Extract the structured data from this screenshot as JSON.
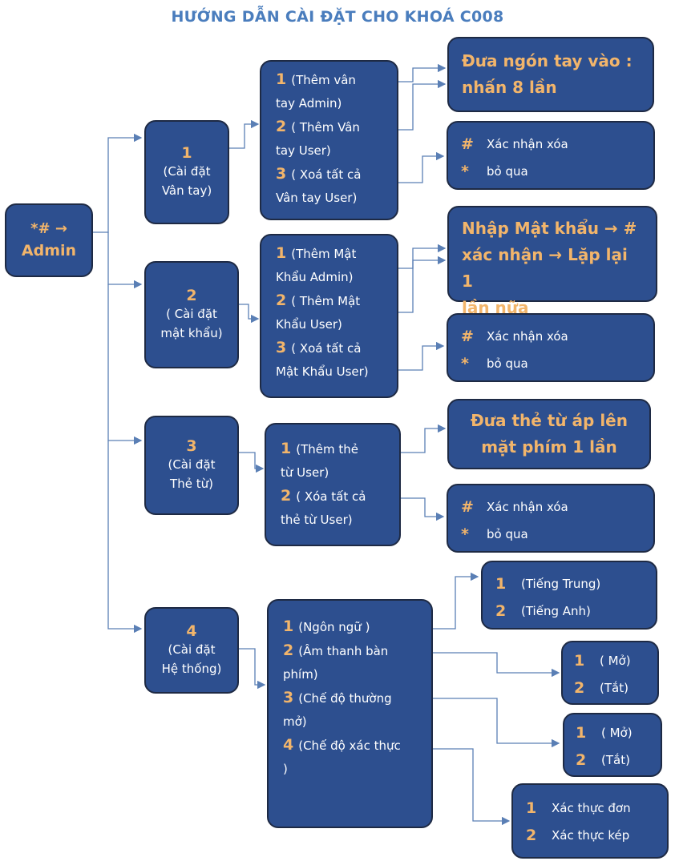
{
  "title": "HƯỚNG DẪN CÀI ĐẶT CHO KHOÁ C008",
  "root": {
    "symbol": "*# →",
    "label": "Admin"
  },
  "categories": [
    {
      "num": "1",
      "label_line1": "(Cài đặt",
      "label_line2": "Vân tay)"
    },
    {
      "num": "2",
      "label_line1": "( Cài đặt",
      "label_line2": "mật khẩu)"
    },
    {
      "num": "3",
      "label_line1": "(Cài đặt",
      "label_line2": "Thẻ từ)"
    },
    {
      "num": "4",
      "label_line1": "(Cài đặt",
      "label_line2": "Hệ thống)"
    }
  ],
  "fingerprint_menu": [
    {
      "num": "1",
      "l1": "(Thêm vân",
      "l2": "tay Admin)"
    },
    {
      "num": "2",
      "l1": "( Thêm Vân",
      "l2": "tay User)"
    },
    {
      "num": "3",
      "l1": "( Xoá tất cả",
      "l2": "Vân tay User)"
    }
  ],
  "password_menu": [
    {
      "num": "1",
      "l1": "(Thêm  Mật",
      "l2": "Khẩu Admin)"
    },
    {
      "num": "2",
      "l1": "( Thêm Mật",
      "l2": "Khẩu User)"
    },
    {
      "num": "3",
      "l1": "( Xoá tất cả",
      "l2": "Mật Khẩu User)"
    }
  ],
  "card_menu": [
    {
      "num": "1",
      "l1": "(Thêm  thẻ",
      "l2": "từ User)"
    },
    {
      "num": "2",
      "l1": "( Xóa tất cả",
      "l2": "thẻ từ User)"
    }
  ],
  "system_menu": [
    {
      "num": "1",
      "l1": "(Ngôn ngữ  )",
      "l2": ""
    },
    {
      "num": "2",
      "l1": "(Âm thanh bàn",
      "l2": "phím)"
    },
    {
      "num": "3",
      "l1": "(Chế độ thường",
      "l2": "mở)"
    },
    {
      "num": "4",
      "l1": "(Chế độ xác thực",
      "l2": ")"
    }
  ],
  "fingerprint_instruction": {
    "l1": "Đưa ngón  tay vào   :",
    "l2": "nhấn 8 lần"
  },
  "password_instruction": {
    "l1": "Nhập Mật khẩu  → #",
    "l2": "xác nhận  → Lặp lại 1",
    "l3": "lần nữa"
  },
  "card_instruction": {
    "l1": "Đưa thẻ từ áp lên",
    "l2": "mặt phím 1 lần"
  },
  "confirm": {
    "hash": "#",
    "hash_label": "Xác nhận xóa",
    "star": "*",
    "star_label": "bỏ qua"
  },
  "language_options": [
    {
      "num": "1",
      "label": "(Tiếng Trung)"
    },
    {
      "num": "2",
      "label": "(Tiếng Anh)"
    }
  ],
  "onoff_options": [
    {
      "num": "1",
      "label": "( Mở)"
    },
    {
      "num": "2",
      "label": "(Tắt)"
    }
  ],
  "auth_options": [
    {
      "num": "1",
      "label": "Xác thực  đơn"
    },
    {
      "num": "2",
      "label": "Xác thực  kép"
    }
  ],
  "colors": {
    "box_fill": "#2d4f8f",
    "accent": "#f2b56b",
    "title": "#4a7dbd",
    "connector": "#5a7fb5"
  }
}
